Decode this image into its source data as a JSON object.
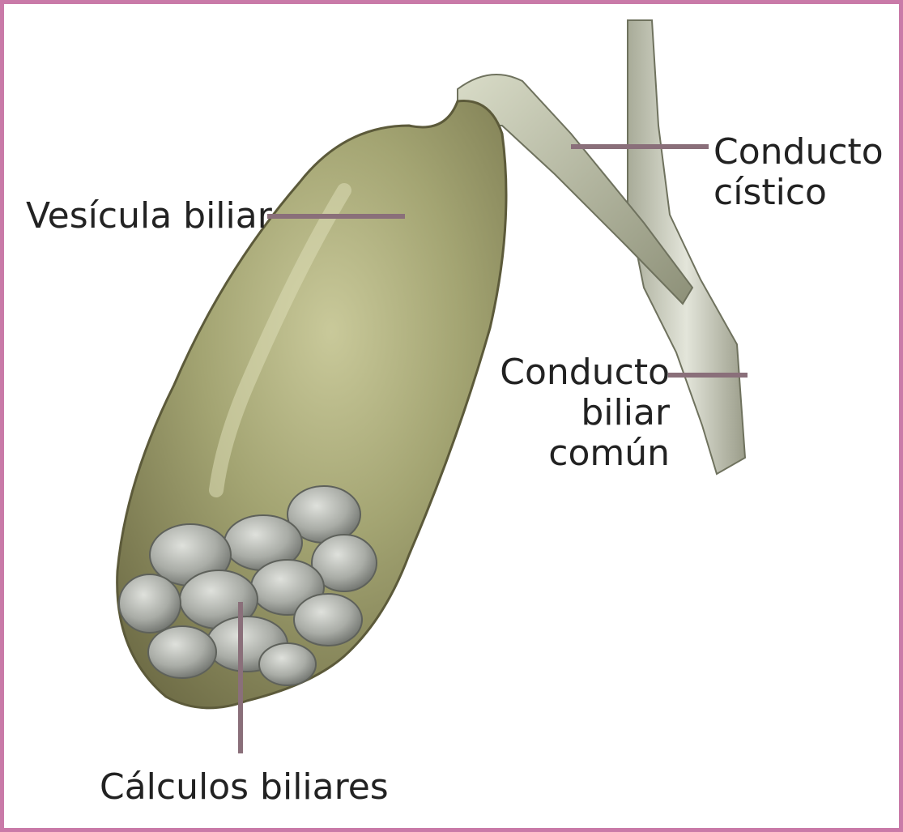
{
  "labels": {
    "gallbladder": "Vesícula biliar",
    "cystic_duct_line1": "Conducto",
    "cystic_duct_line2": "cístico",
    "common_bile_duct_line1": "Conducto",
    "common_bile_duct_line2": "biliar",
    "common_bile_duct_line3": "común",
    "gallstones": "Cálculos biliares"
  },
  "colors": {
    "frame_border": "#c97aa8",
    "leader_line": "#8a6f7a",
    "gallbladder_fill": "#9a9a68",
    "duct_fill": "#c9ccb9",
    "stone_fill": "#a9aca6"
  }
}
